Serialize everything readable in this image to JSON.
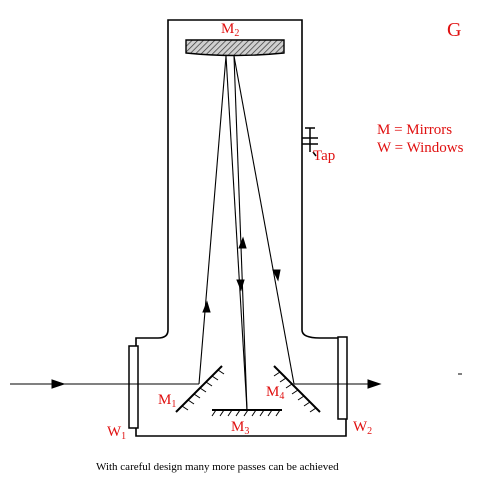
{
  "figure_letter": "G",
  "legend": {
    "mirrors": "M = Mirrors",
    "windows": "W = Windows"
  },
  "labels": {
    "tap": "Tap",
    "m1": {
      "main": "M",
      "sub": "1"
    },
    "m2": {
      "main": "M",
      "sub": "2"
    },
    "m3": {
      "main": "M",
      "sub": "3"
    },
    "m4": {
      "main": "M",
      "sub": "4"
    },
    "w1": {
      "main": "W",
      "sub": "1"
    },
    "w2": {
      "main": "W",
      "sub": "2"
    }
  },
  "caption": "With careful design many more passes can be achieved",
  "colors": {
    "label": "#e01010",
    "line": "#000000",
    "hatch_fill": "#b0b0b0"
  }
}
